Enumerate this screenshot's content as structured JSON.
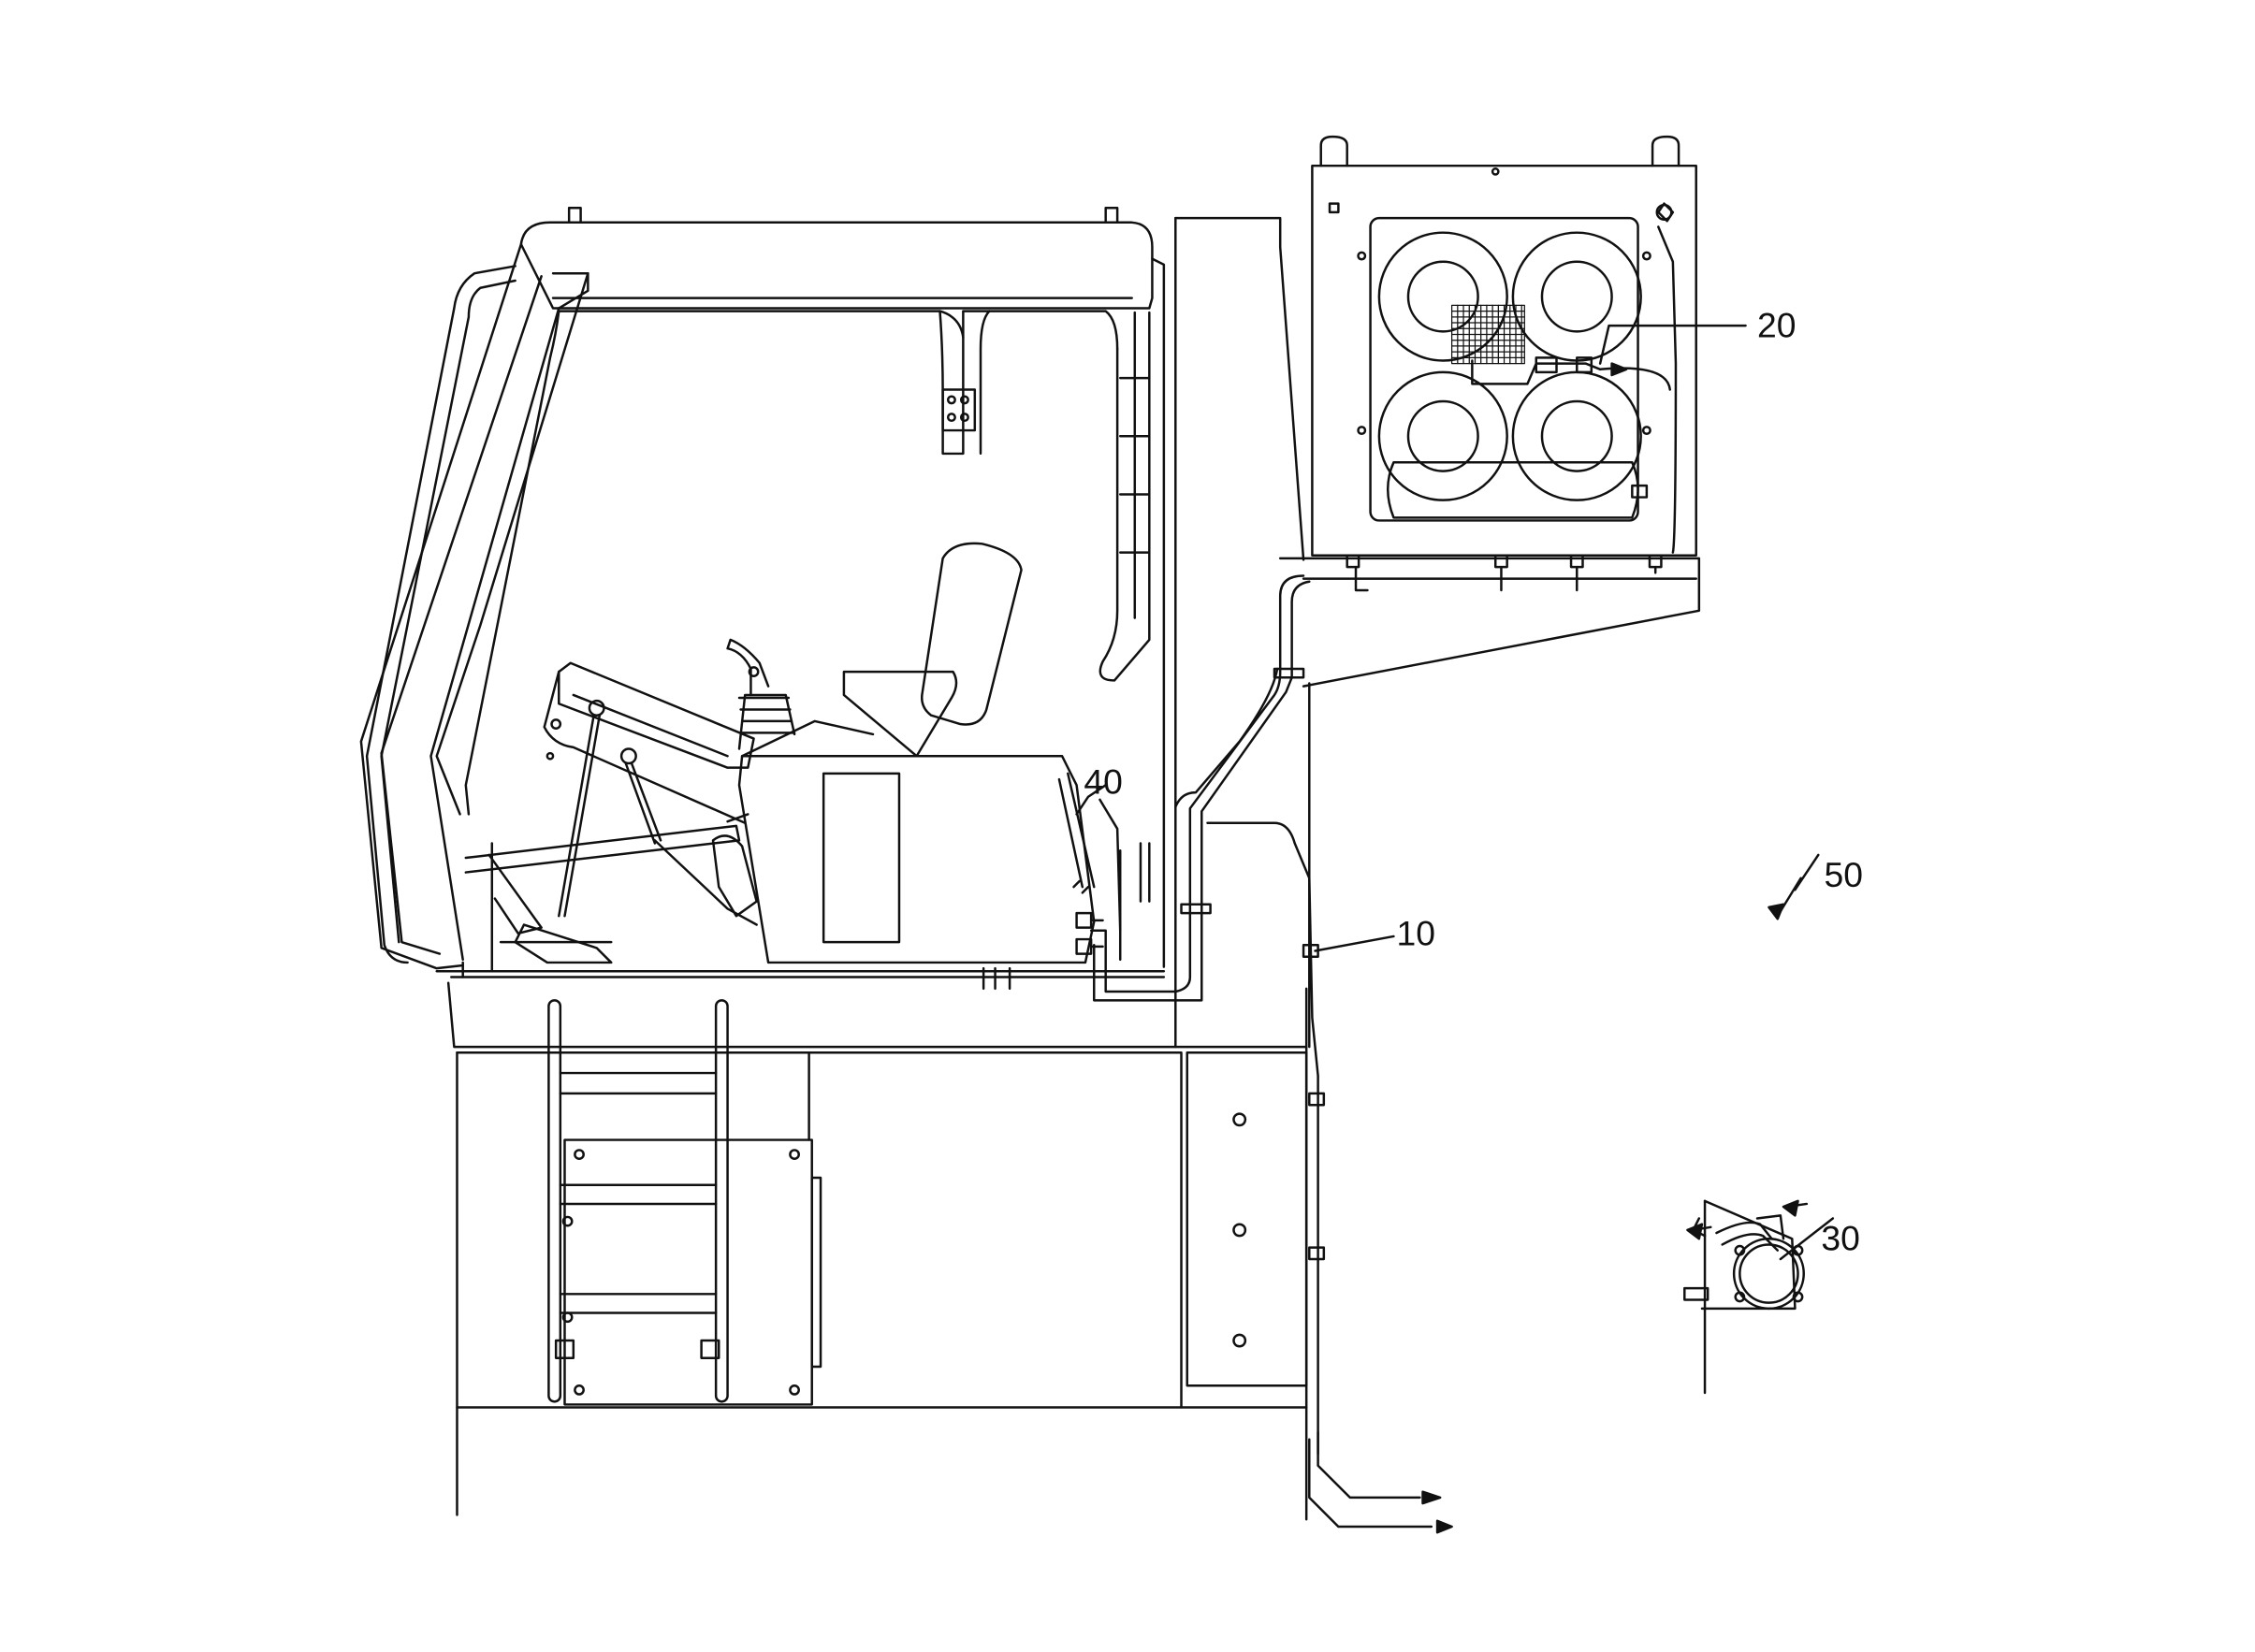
{
  "figure": {
    "line_color": "#111111",
    "background": "#ffffff",
    "reference_numerals": {
      "line_10": "10",
      "cooler_20": "20",
      "compressor_30": "30",
      "connector_40": "40",
      "system_50": "50"
    }
  }
}
